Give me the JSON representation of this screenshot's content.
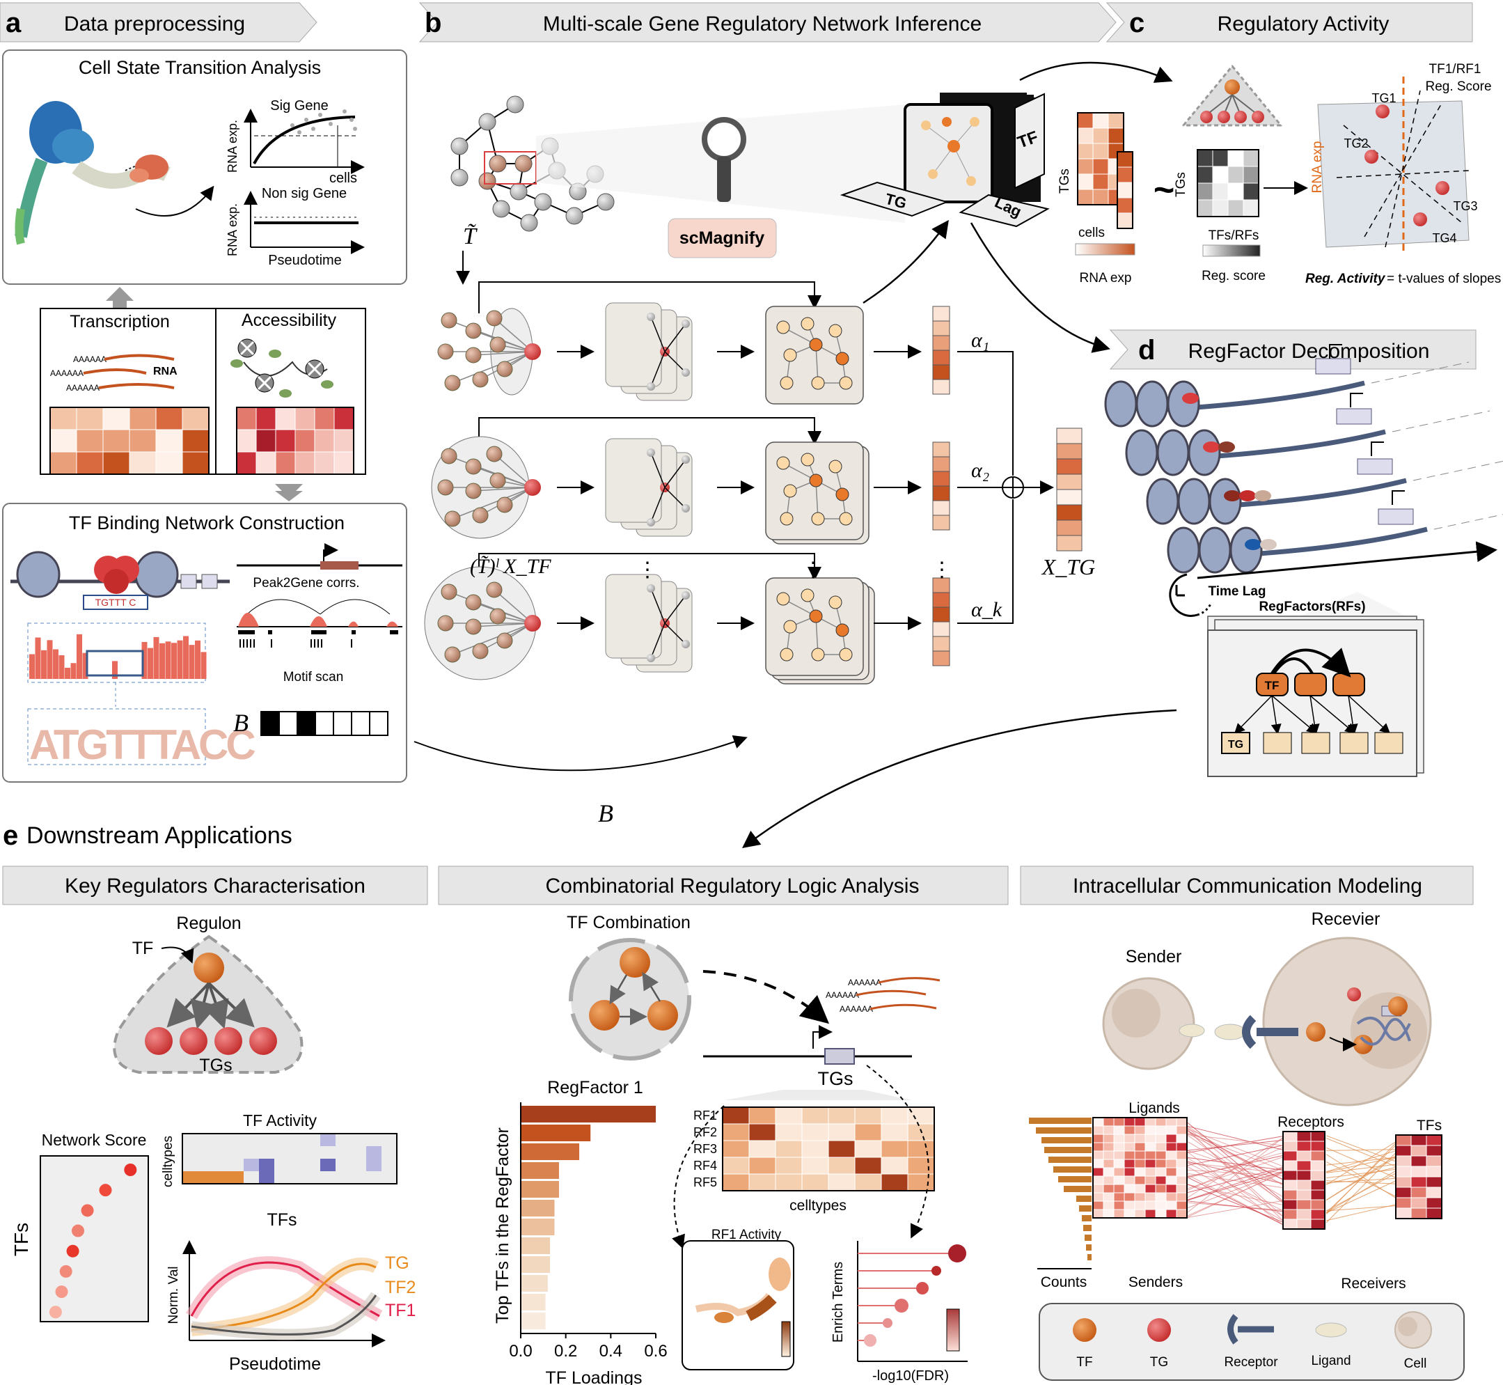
{
  "panels": {
    "a": {
      "letter": "a",
      "title": "Data preprocessing",
      "cell_state": {
        "title": "Cell State Transition Analysis",
        "sig_gene": "Sig Gene",
        "non_sig_gene": "Non sig Gene",
        "rna_exp": "RNA exp.",
        "cells": "cells",
        "pseudotime": "Pseudotime"
      },
      "transcription": {
        "title": "Transcription",
        "rna": "RNA",
        "polya": "AAAAAA"
      },
      "accessibility": {
        "title": "Accessibility"
      },
      "tf_binding": {
        "title": "TF Binding Network Construction",
        "motif_seq": "TGTTT C",
        "peak2gene": "Peak2Gene corrs.",
        "motif_scan": "Motif scan",
        "logo": "ATGTTTACC",
        "b_label": "B"
      }
    },
    "b": {
      "letter": "b",
      "title": "Multi-scale Gene Regulatory Network Inference",
      "t_tilde": "T̃",
      "scmagnify": "scMagnify",
      "tf": "TF",
      "tg": "TG",
      "lag": "Lag",
      "x_tf": "(T̃)ˡ X_TF",
      "x_tg": "X_TG",
      "alpha1": "α₁",
      "alpha2": "α₂",
      "alphak": "α_k",
      "b_label": "B",
      "dots": "⋮"
    },
    "c": {
      "letter": "c",
      "title": "Regulatory Activity",
      "tgs": "TGs",
      "cells": "cells",
      "rna_exp": "RNA exp",
      "tfs_rfs": "TFs/RFs",
      "reg_score": "Reg. score",
      "tilde": "~",
      "tf1_rf1": "TF1/RF1",
      "reg_score2": "Reg. Score",
      "rna_exp_axis": "RNA exp",
      "tg1": "TG1",
      "tg2": "TG2",
      "tg3": "TG3",
      "tg4": "TG4",
      "reg_activity": "Reg. Activity",
      "reg_activity_def": " = t-values of slopes"
    },
    "d": {
      "letter": "d",
      "title": "RegFactor Decomposition",
      "time_lag": "Time Lag",
      "regfactors": "RegFactors(RFs)",
      "tf": "TF",
      "tg": "TG"
    },
    "e": {
      "letter": "e",
      "title": "Downstream Applications",
      "key": {
        "title": "Key Regulators Characterisation",
        "regulon": "Regulon",
        "tf": "TF",
        "tgs": "TGs",
        "network_score": "Network Score",
        "tfs_axis": "TFs",
        "tf_activity": "TF Activity",
        "celltypes": "celltypes",
        "tfs": "TFs",
        "norm_val": "Norm. Val",
        "pseudotime": "Pseudotime",
        "tg_leg": "TG",
        "tf2_leg": "TF2",
        "tf1_leg": "TF1"
      },
      "comb": {
        "title": "Combinatorial Regulatory Logic Analysis",
        "tf_combination": "TF Combination",
        "tgs": "TGs",
        "regfactor1": "RegFactor 1",
        "top_tfs": "Top TFs in the RegFactor",
        "tf_loadings": "TF Loadings",
        "ticks": [
          "0.0",
          "0.2",
          "0.4",
          "0.6"
        ],
        "rf_rows": [
          "RF1",
          "RF2",
          "RF3",
          "RF4",
          "RF5"
        ],
        "celltypes": "celltypes",
        "rf1_activity": "RF1 Activity",
        "enrich_terms": "Enrich Terms",
        "fdr": "-log10(FDR)",
        "polya": "AAAAAA"
      },
      "comm": {
        "title": "Intracellular Communication Modeling",
        "sender": "Sender",
        "receiver": "Recevier",
        "ligands": "Ligands",
        "receptors": "Receptors",
        "tfs": "TFs",
        "counts": "Counts",
        "senders": "Senders",
        "receivers": "Receivers",
        "legend": [
          "TF",
          "TG",
          "Receptor",
          "Ligand",
          "Cell"
        ]
      }
    }
  },
  "chart_data": [
    {
      "type": "bar",
      "title": "RegFactor 1",
      "xlabel": "TF Loadings",
      "ylabel": "Top TFs in the RegFactor",
      "values": [
        0.6,
        0.31,
        0.26,
        0.17,
        0.17,
        0.15,
        0.15,
        0.13,
        0.13,
        0.12,
        0.11,
        0.11
      ],
      "xlim": [
        0,
        0.6
      ]
    },
    {
      "type": "scatter",
      "title": "Network Score",
      "ylabel": "TFs",
      "values": [
        0.95,
        0.66,
        0.45,
        0.34,
        0.28,
        0.2,
        0.15,
        0.08
      ]
    }
  ],
  "colors": {
    "accent": "#c4521f",
    "dark_red": "#8c2a1e",
    "grey_header": "#e6e6e6",
    "tf_orange": "#d4701f",
    "tg_red": "#d94a4a"
  }
}
